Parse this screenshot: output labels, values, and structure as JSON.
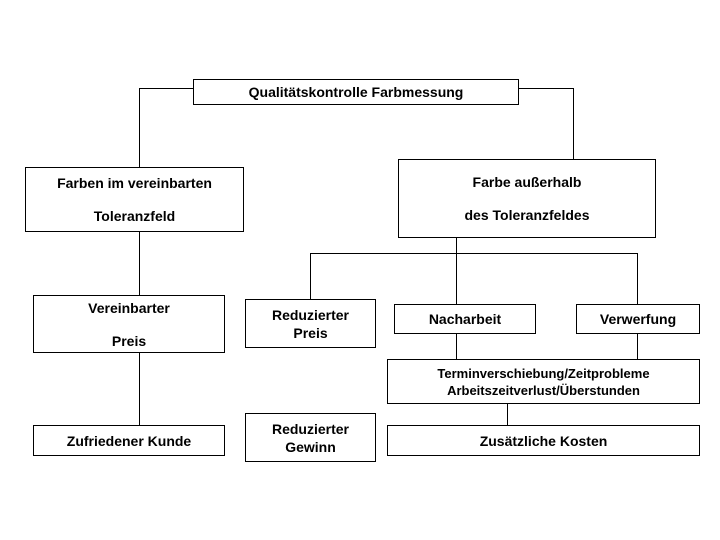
{
  "diagram": {
    "title": "Qualitätskontrolle Farbmessung",
    "language": "de",
    "background_color": "#ffffff",
    "line_color": "#000000",
    "text_color": "#000000",
    "nodes": {
      "root": {
        "lines": [
          "Qualitätskontrolle Farbmessung"
        ]
      },
      "in_tolerance": {
        "lines": [
          "Farben im vereinbarten",
          "Toleranzfeld"
        ]
      },
      "out_tolerance": {
        "lines": [
          "Farbe außerhalb",
          "des Toleranzfeldes"
        ]
      },
      "agreed_price": {
        "lines": [
          "Vereinbarter",
          "Preis"
        ]
      },
      "reduced_price": {
        "lines": [
          "Reduzierter",
          "Preis"
        ]
      },
      "rework": {
        "lines": [
          "Nacharbeit"
        ]
      },
      "scrap": {
        "lines": [
          "Verwerfung"
        ]
      },
      "schedule_problems": {
        "lines": [
          "Terminverschiebung/Zeitprobleme",
          "Arbeitszeitverlust/Überstunden"
        ]
      },
      "satisfied_customer": {
        "lines": [
          "Zufriedener Kunde"
        ]
      },
      "reduced_profit": {
        "lines": [
          "Reduzierter",
          "Gewinn"
        ]
      },
      "additional_costs": {
        "lines": [
          "Zusätzliche Kosten"
        ]
      }
    }
  }
}
